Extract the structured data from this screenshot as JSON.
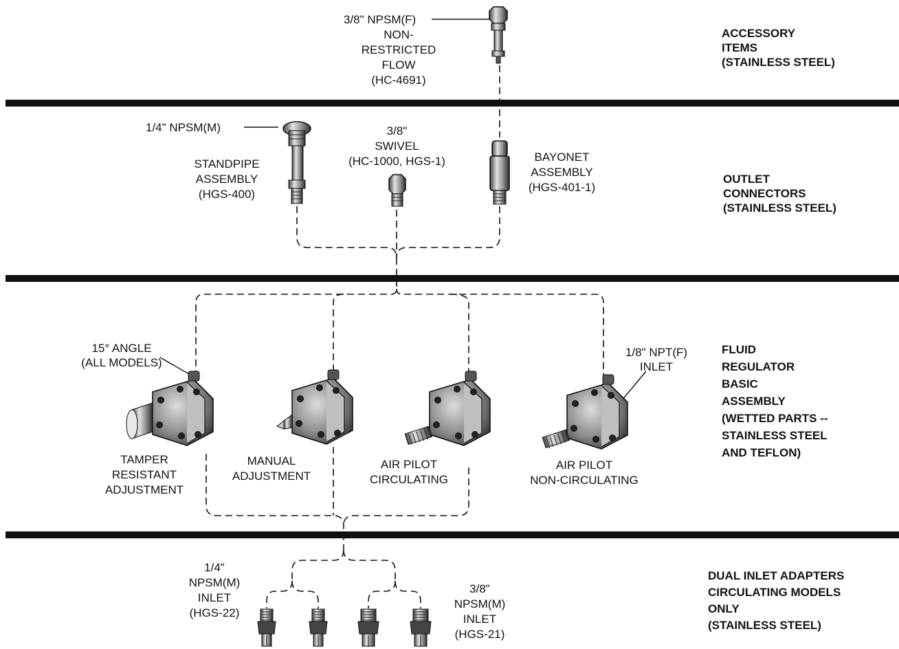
{
  "sections": {
    "accessory": [
      "ACCESSORY",
      "ITEMS",
      "(STAINLESS STEEL)"
    ],
    "outlet": [
      "OUTLET",
      "CONNECTORS",
      "(STAINLESS STEEL)"
    ],
    "regulator": [
      "FLUID",
      "REGULATOR",
      "BASIC",
      "ASSEMBLY",
      "(WETTED PARTS  --",
      "STAINLESS STEEL",
      "AND TEFLON)"
    ],
    "inlet": [
      "DUAL INLET ADAPTERS",
      "CIRCULATING MODELS",
      "ONLY",
      "(STAINLESS STEEL)"
    ]
  },
  "parts": {
    "non_restricted": {
      "size": "3/8\" NPSM(F)",
      "lines": [
        "NON-",
        "RESTRICTED",
        "FLOW",
        "(HC-4691)"
      ]
    },
    "standpipe": {
      "size": "1/4\" NPSM(M)",
      "lines": [
        "STANDPIPE",
        "ASSEMBLY",
        "(HGS-400)"
      ]
    },
    "swivel": {
      "lines": [
        "3/8\"",
        "SWIVEL",
        "(HC-1000,  HGS-1)"
      ]
    },
    "bayonet": {
      "lines": [
        "BAYONET",
        "ASSEMBLY",
        "(HGS-401-1)"
      ]
    },
    "angle_note": [
      "15°  ANGLE",
      "(ALL MODELS)"
    ],
    "inlet_note": [
      "1/8\"  NPT(F)",
      "INLET"
    ],
    "tamper": [
      "TAMPER",
      "RESISTANT",
      "ADJUSTMENT"
    ],
    "manual": [
      "MANUAL",
      "ADJUSTMENT"
    ],
    "air_circ": [
      "AIR PILOT",
      "CIRCULATING"
    ],
    "air_noncirc": [
      "AIR PILOT",
      "NON-CIRCULATING"
    ],
    "inlet_quarter": [
      "1/4\"",
      "NPSM(M)",
      "INLET",
      "(HGS-22)"
    ],
    "inlet_three_eighth": [
      "3/8\"",
      "NPSM(M)",
      "INLET",
      "(HGS-21)"
    ]
  },
  "colors": {
    "ink": "#111111",
    "part_fill": "#9a9a9a",
    "part_light": "#d8d8d8",
    "part_dark": "#333333"
  }
}
